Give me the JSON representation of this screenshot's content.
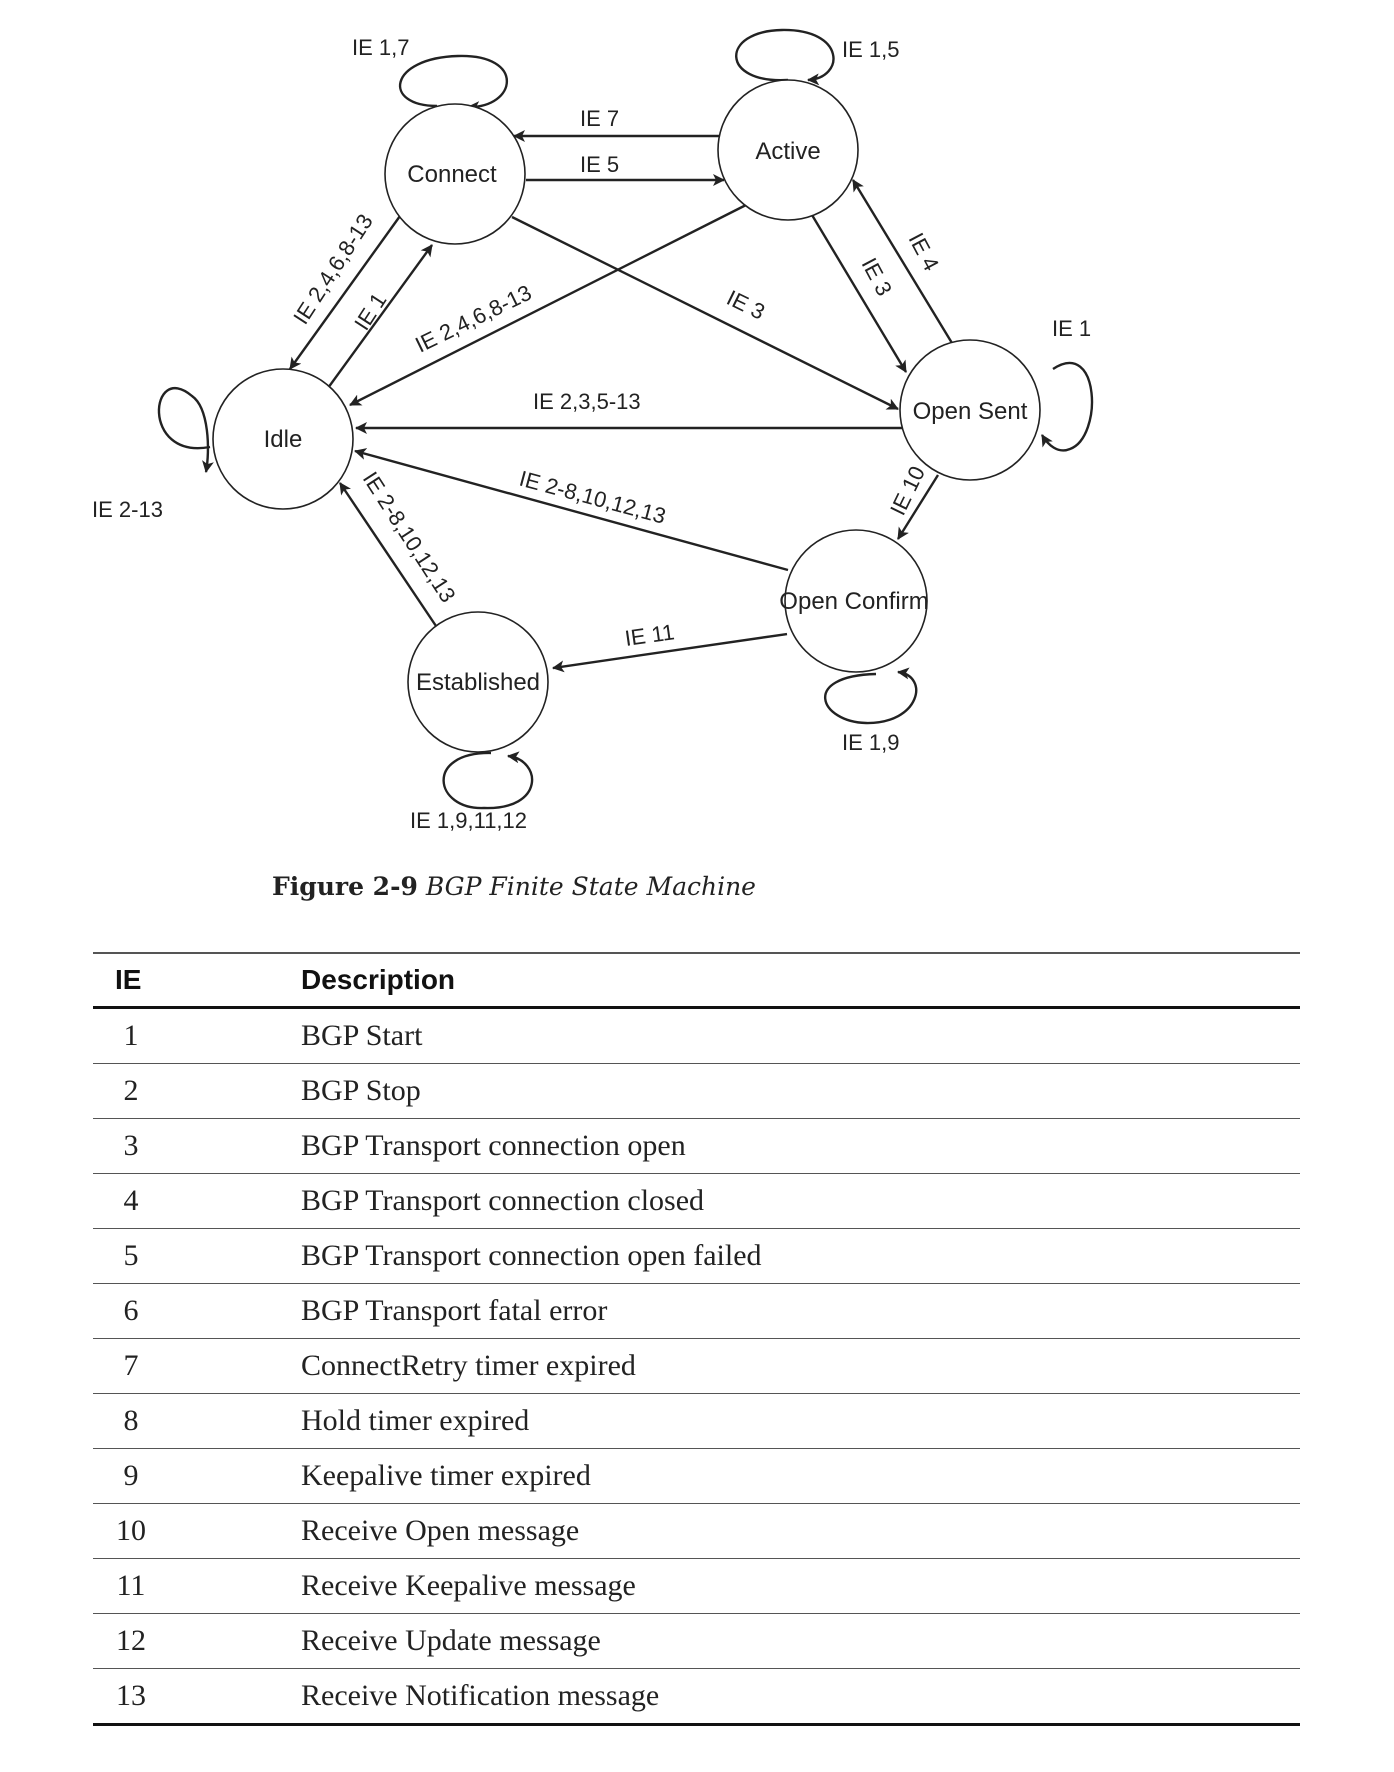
{
  "diagram": {
    "states": {
      "connect": "Connect",
      "active": "Active",
      "idle": "Idle",
      "open_sent": "Open Sent",
      "open_confirm": "Open Confirm",
      "established": "Established"
    },
    "edge_labels": {
      "connect_self": "IE 1,7",
      "active_self": "IE 1,5",
      "active_to_connect": "IE 7",
      "connect_to_active": "IE 5",
      "connect_to_idle": "IE 2,4,6,8-13",
      "idle_to_connect": "IE 1",
      "active_to_idle": "IE 2,4,6,8-13",
      "connect_to_opensent": "IE 3",
      "active_to_opensent": "IE 3",
      "opensent_to_active": "IE 4",
      "opensent_self": "IE 1",
      "opensent_to_idle": "IE 2,3,5-13",
      "idle_self": "IE 2-13",
      "openconfirm_to_idle": "IE 2-8,10,12,13",
      "established_to_idle": "IE 2-8,10,12,13",
      "opensent_to_openconfirm": "IE 10",
      "openconfirm_to_established": "IE 11",
      "openconfirm_self": "IE 1,9",
      "established_self": "IE 1,9,11,12"
    }
  },
  "caption": {
    "number": "Figure 2-9",
    "title": "BGP Finite State Machine"
  },
  "table": {
    "headers": [
      "IE",
      "Description"
    ],
    "rows": [
      {
        "ie": "1",
        "desc": "BGP Start"
      },
      {
        "ie": "2",
        "desc": "BGP Stop"
      },
      {
        "ie": "3",
        "desc": "BGP Transport connection open"
      },
      {
        "ie": "4",
        "desc": "BGP Transport connection closed"
      },
      {
        "ie": "5",
        "desc": "BGP Transport connection open failed"
      },
      {
        "ie": "6",
        "desc": "BGP Transport fatal error"
      },
      {
        "ie": "7",
        "desc": "ConnectRetry timer expired"
      },
      {
        "ie": "8",
        "desc": "Hold timer expired"
      },
      {
        "ie": "9",
        "desc": "Keepalive timer expired"
      },
      {
        "ie": "10",
        "desc": "Receive Open message"
      },
      {
        "ie": "11",
        "desc": "Receive Keepalive message"
      },
      {
        "ie": "12",
        "desc": "Receive Update message"
      },
      {
        "ie": "13",
        "desc": "Receive Notification message"
      }
    ]
  }
}
